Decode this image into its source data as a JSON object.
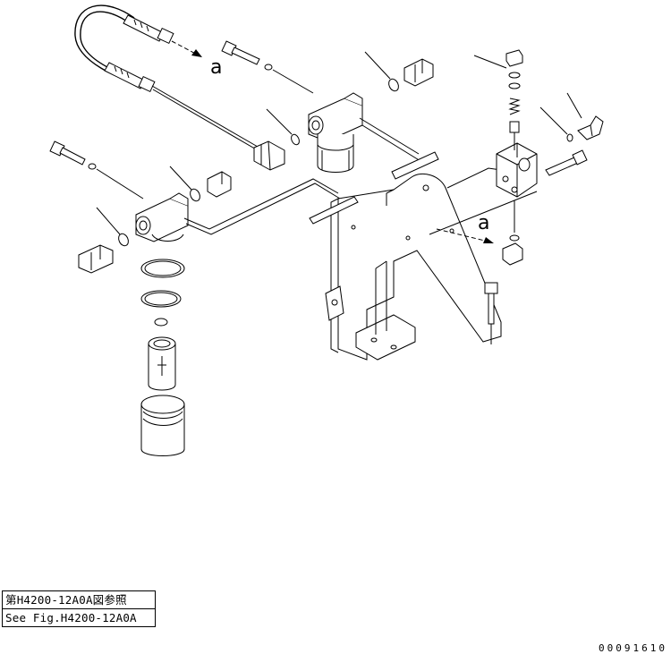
{
  "callouts": {
    "upper_arrow_letter": "a",
    "lower_arrow_letter": "a"
  },
  "reference": {
    "line_ja": "第H4200-12A0A図参照",
    "line_en": "See Fig.H4200-12A0A"
  },
  "drawing_number": "00091610"
}
